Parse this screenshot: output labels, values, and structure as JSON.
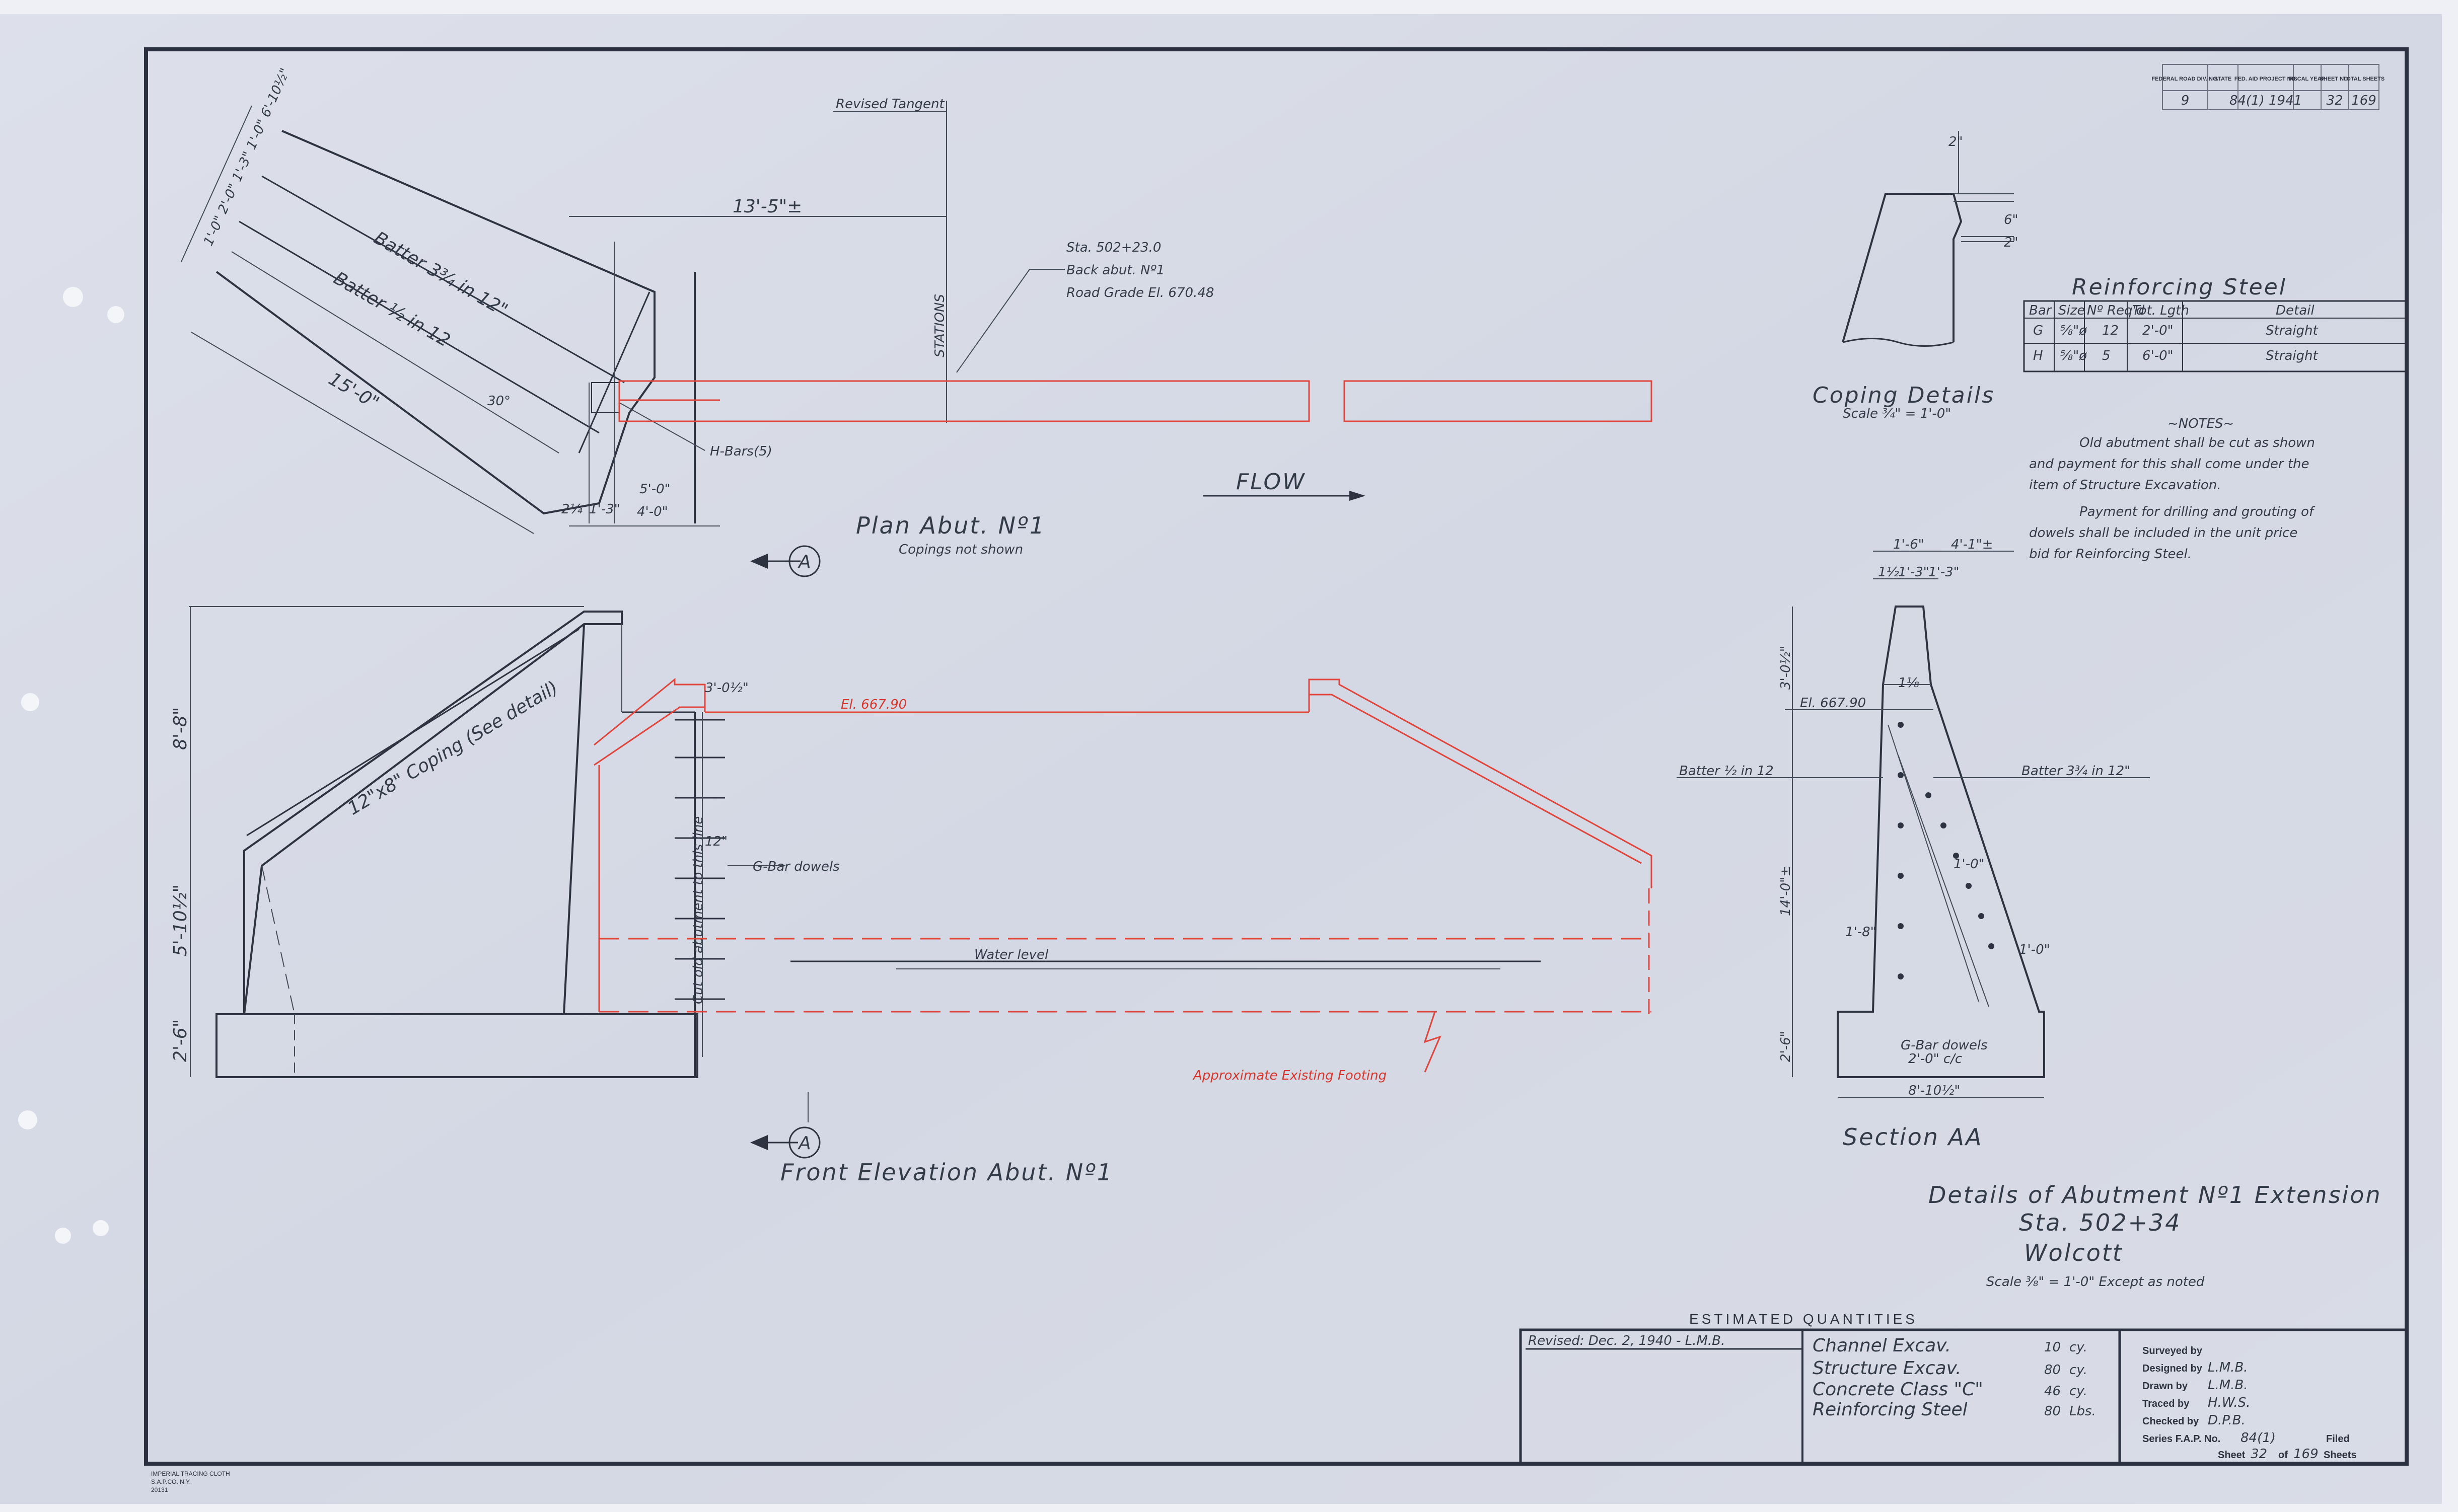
{
  "stamp": {
    "cells": [
      "FEDERAL ROAD DIV. NO.",
      "STATE",
      "FED. AID PROJECT NO.",
      "FISCAL YEAR",
      "SHEET NO.",
      "TOTAL SHEETS"
    ],
    "values": [
      "9",
      "",
      "84(1) 1941",
      "",
      "32",
      "169"
    ]
  },
  "plan": {
    "title": "Plan Abut. Nº1",
    "subtitle": "Copings not shown",
    "revised_tangent": "Revised Tangent",
    "stations": "STATIONS",
    "station_note": [
      "Sta. 502+23.0",
      "Back abut. Nº1",
      "Road Grade El. 670.48"
    ],
    "flow": "FLOW",
    "dims": {
      "d13_5": "13'-5\"±",
      "d15_0": "15'-0\"",
      "d5_0": "5'-0\"",
      "d4_0": "4'-0\"",
      "d2_25": "2¼",
      "d1_3": "1'-3\"",
      "angle": "30°",
      "batter_a": "Batter 3¾ in 12\"",
      "batter_b": "Batter ½ in 12",
      "hbars": "H-Bars(5)",
      "left_stack": "1'-0\" 2'-0\" 1'-3\" 1'-0\" 6'-10½\""
    }
  },
  "elevation": {
    "title": "Front Elevation Abut. Nº1",
    "section_mark": "A",
    "coping": "12\"x8\" Coping (See detail)",
    "el": "El. 667.90",
    "cut": "Cut old abutment to this line",
    "gbar": "G-Bar dowels",
    "water": "Water level",
    "footing": "Approximate Existing Footing",
    "dims": {
      "top": "3'-0½\"",
      "h8": "8'-8\"",
      "h5": "5'-10½\"",
      "h2": "2'-6\"",
      "d12": "12\""
    }
  },
  "coping_details": {
    "title": "Coping Details",
    "scale": "Scale ¾\" = 1'-0\"",
    "dims": [
      "2\"",
      "6\"",
      "2\""
    ]
  },
  "steel": {
    "title": "Reinforcing Steel",
    "headers": [
      "Bar",
      "Size",
      "Nº Req'd",
      "Tot. Lgth",
      "Detail"
    ],
    "rows": [
      [
        "G",
        "⅝\"ø",
        "12",
        "2'-0\"",
        "Straight"
      ],
      [
        "H",
        "⅝\"ø",
        "5",
        "6'-0\"",
        "Straight"
      ]
    ]
  },
  "notes": {
    "title": "~NOTES~",
    "p1": [
      "Old abutment shall be cut as shown",
      "and payment for this shall come under the",
      "item of Structure Excavation."
    ],
    "p2": [
      "Payment for drilling and grouting of",
      "dowels shall be included in the unit price",
      "bid for Reinforcing Steel."
    ]
  },
  "section": {
    "title": "Section AA",
    "top": [
      "1'-6\"",
      "4'-1\"±",
      "1'-3\"",
      "1'-3\"",
      "1½",
      "1⅛"
    ],
    "el": "El. 667.90",
    "batter_l": "Batter ½ in 12",
    "batter_r": "Batter 3¾ in 12\"",
    "h1": "3'-0½\"",
    "h2": "14'-0\"±",
    "h3": "2'-6\"",
    "toe": "1'-8\"",
    "heel": "1'-0\"",
    "diag": "1'-0\"",
    "base": "8'-10½\"",
    "gbar": [
      "G-Bar dowels",
      "2'-0\" c/c"
    ]
  },
  "title_block": {
    "line1": "Details of Abutment Nº1 Extension",
    "line2": "Sta. 502+34",
    "line3": "Wolcott",
    "scale": "Scale ⅜\" = 1'-0\"  Except as noted"
  },
  "quantities": {
    "heading": "ESTIMATED QUANTITIES",
    "revised": "Revised: Dec. 2, 1940 - L.M.B.",
    "items": [
      {
        "name": "Channel Excav.",
        "qty": "10",
        "unit": "cy."
      },
      {
        "name": "Structure Excav.",
        "qty": "80",
        "unit": "cy."
      },
      {
        "name": "Concrete Class \"C\"",
        "qty": "46",
        "unit": "cy."
      },
      {
        "name": "Reinforcing Steel",
        "qty": "80",
        "unit": "Lbs."
      }
    ]
  },
  "credits": {
    "rows": [
      {
        "label": "Surveyed by",
        "value": ""
      },
      {
        "label": "Designed by",
        "value": "L.M.B."
      },
      {
        "label": "Drawn by",
        "value": "L.M.B."
      },
      {
        "label": "Traced by",
        "value": "H.W.S."
      },
      {
        "label": "Checked by",
        "value": "D.P.B."
      }
    ],
    "series_label": "Series F.A.P. No.",
    "series_value": "84(1)",
    "filed": "Filed",
    "sheet_label": "Sheet",
    "sheet_no": "32",
    "of_label": "of",
    "sheet_total": "169",
    "sheets_label": "Sheets"
  },
  "printer": [
    "IMPERIAL TRACING CLOTH",
    "S.A.P.CO. N.Y.",
    "20131"
  ]
}
